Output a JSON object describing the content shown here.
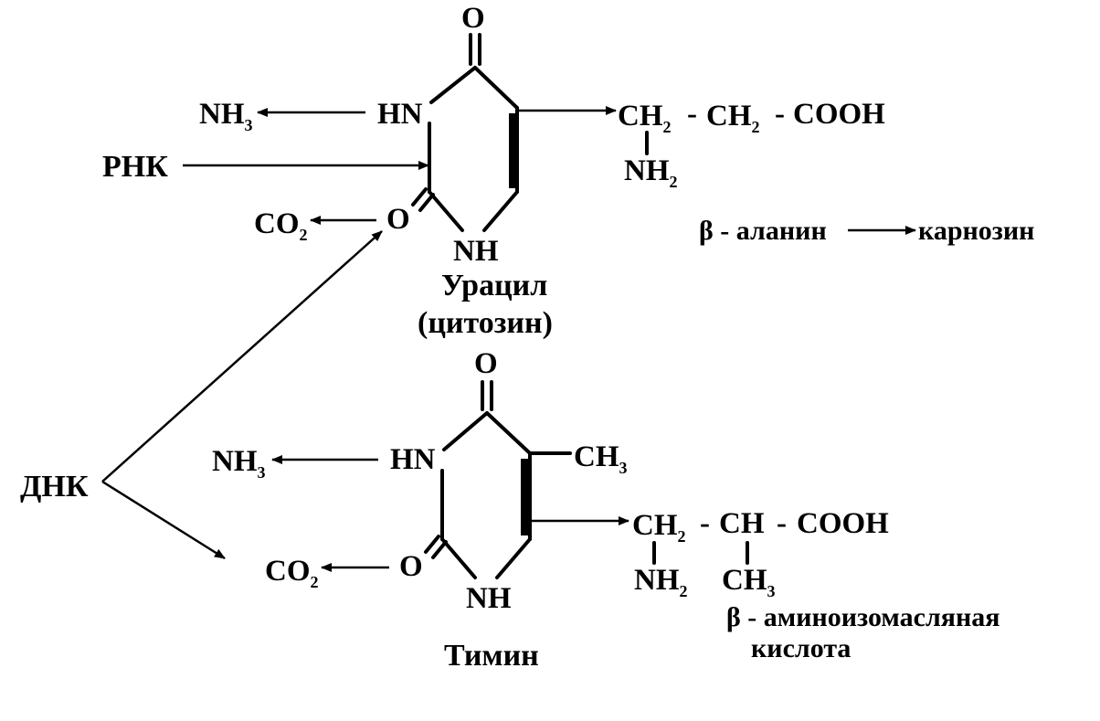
{
  "labels": {
    "o_top_uracil": "O",
    "hn_uracil": "HN",
    "nh3_uracil": "NH",
    "nh3_uracil_sub": "3",
    "rnk": "РНК",
    "o_left_uracil": "O",
    "co2_uracil": "CO",
    "co2_uracil_sub": "2",
    "nh_bottom_uracil": "NH",
    "uracil_name": "Урацил",
    "cytosine_name": "(цитозин)",
    "ch2_a": "CH",
    "ch2_a_sub": "2",
    "dash_a1": "-",
    "ch2_b": "CH",
    "ch2_b_sub": "2",
    "dash_a2": "-",
    "cooh_a": "COOH",
    "nh2_a": "NH",
    "nh2_a_sub": "2",
    "beta_alanine": "β - аланин",
    "carnosine": "карнозин",
    "o_top_thymine": "O",
    "hn_thymine": "HN",
    "nh3_thymine": "NH",
    "nh3_thymine_sub": "3",
    "dnk": "ДНК",
    "ch3_thymine": "CH",
    "ch3_thymine_sub": "3",
    "o_left_thymine": "O",
    "co2_thymine": "CO",
    "co2_thymine_sub": "2",
    "nh_bottom_thymine": "NH",
    "thymine_name": "Тимин",
    "ch2_c": "CH",
    "ch2_c_sub": "2",
    "dash_c1": "-",
    "ch_c": "CH",
    "dash_c2": "-",
    "cooh_c": "COOH",
    "nh2_c": "NH",
    "nh2_c_sub": "2",
    "ch3_c": "CH",
    "ch3_c_sub": "3",
    "beta_aminoisobutyric_1": "β - аминоизомасляная",
    "beta_aminoisobutyric_2": "кислота"
  },
  "colors": {
    "ink": "#000000",
    "background": "#ffffff"
  }
}
